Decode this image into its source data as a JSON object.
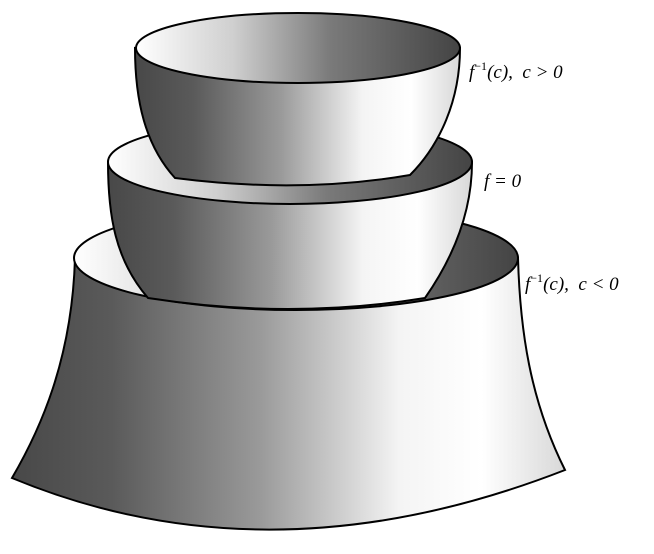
{
  "labels": {
    "top": {
      "fn": "f",
      "exp": "−1",
      "arg": "(c),",
      "cond": "c > 0"
    },
    "middle": {
      "text": "f = 0"
    },
    "bottom": {
      "fn": "f",
      "exp": "−1",
      "arg": "(c),",
      "cond": "c < 0"
    }
  },
  "colors": {
    "shade_dark": "#4d4d4d",
    "shade_light": "#ffffff",
    "outline": "#000000"
  }
}
